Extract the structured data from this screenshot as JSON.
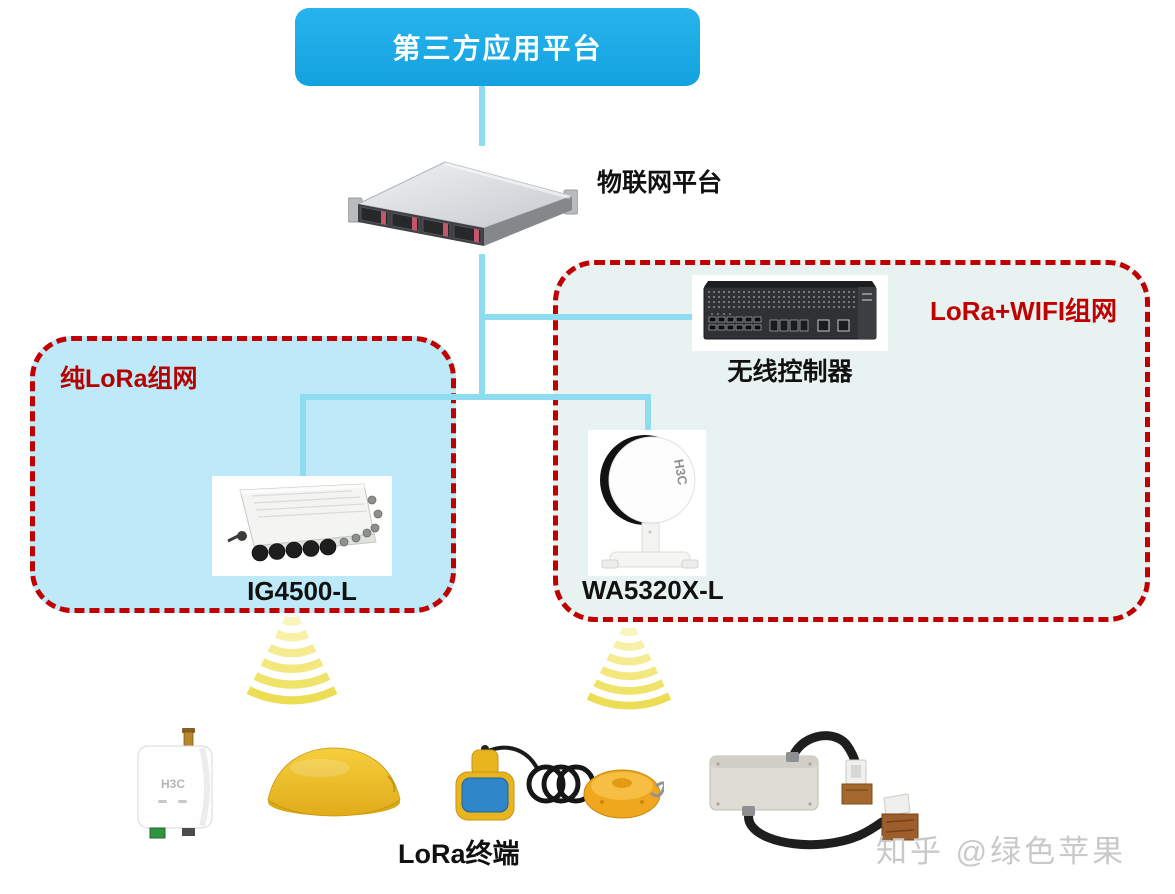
{
  "app": {
    "title": "第三方应用平台"
  },
  "platform": {
    "label": "物联网平台"
  },
  "left_group": {
    "title": "纯LoRa组网",
    "gateway_label": "IG4500-L"
  },
  "right_group": {
    "title": "LoRa+WIFI组网",
    "controller_label": "无线控制器",
    "ap_label": "WA5320X-L"
  },
  "terminals": {
    "label": "LoRa终端"
  },
  "devices": {
    "ap_logo": "H3C",
    "module_logo": "H3C"
  },
  "watermark": {
    "text": "知乎 @绿色苹果"
  },
  "colors": {
    "accent_blue": "#18A9E8",
    "line_cyan": "#8EDCF0",
    "dashed_red": "#C00000",
    "left_box_fill": "#BDE9F8",
    "right_box_fill": "#E7F2F1",
    "signal_yellow": "#F0E369",
    "label_black": "#111111",
    "watermark_gray": "#C9C9C9"
  }
}
